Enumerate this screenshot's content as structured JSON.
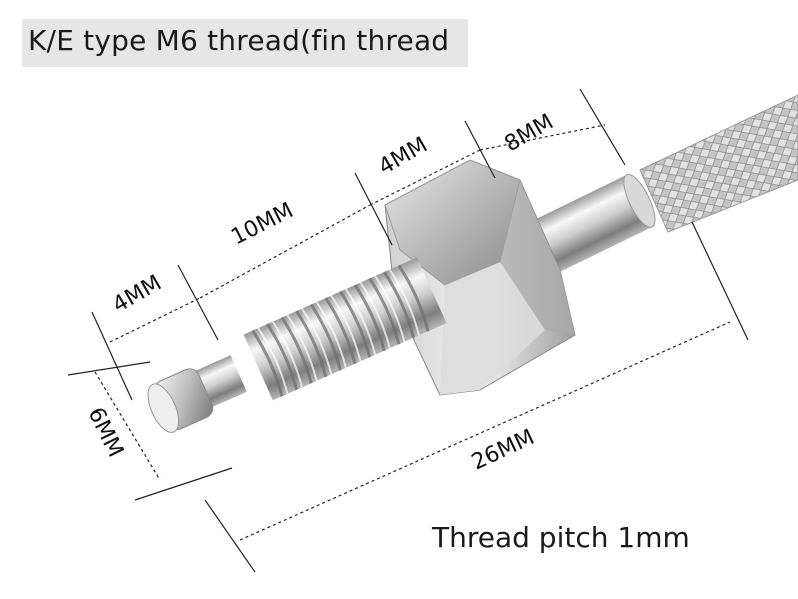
{
  "title": "K/E type M6 thread(fin thread",
  "footnote": "Thread pitch 1mm",
  "dimensions": {
    "tip_length": "4MM",
    "thread_length": "10MM",
    "nut_width": "4MM",
    "sleeve_length": "8MM",
    "total_length": "26MM",
    "diameter": "6MM"
  },
  "colors": {
    "title_background": "#e6e6e6",
    "metal_light": "#f4f4f4",
    "metal_dark": "#8d8d8d",
    "braid": "#b9b9b9",
    "dimension_lines": "#222222"
  }
}
